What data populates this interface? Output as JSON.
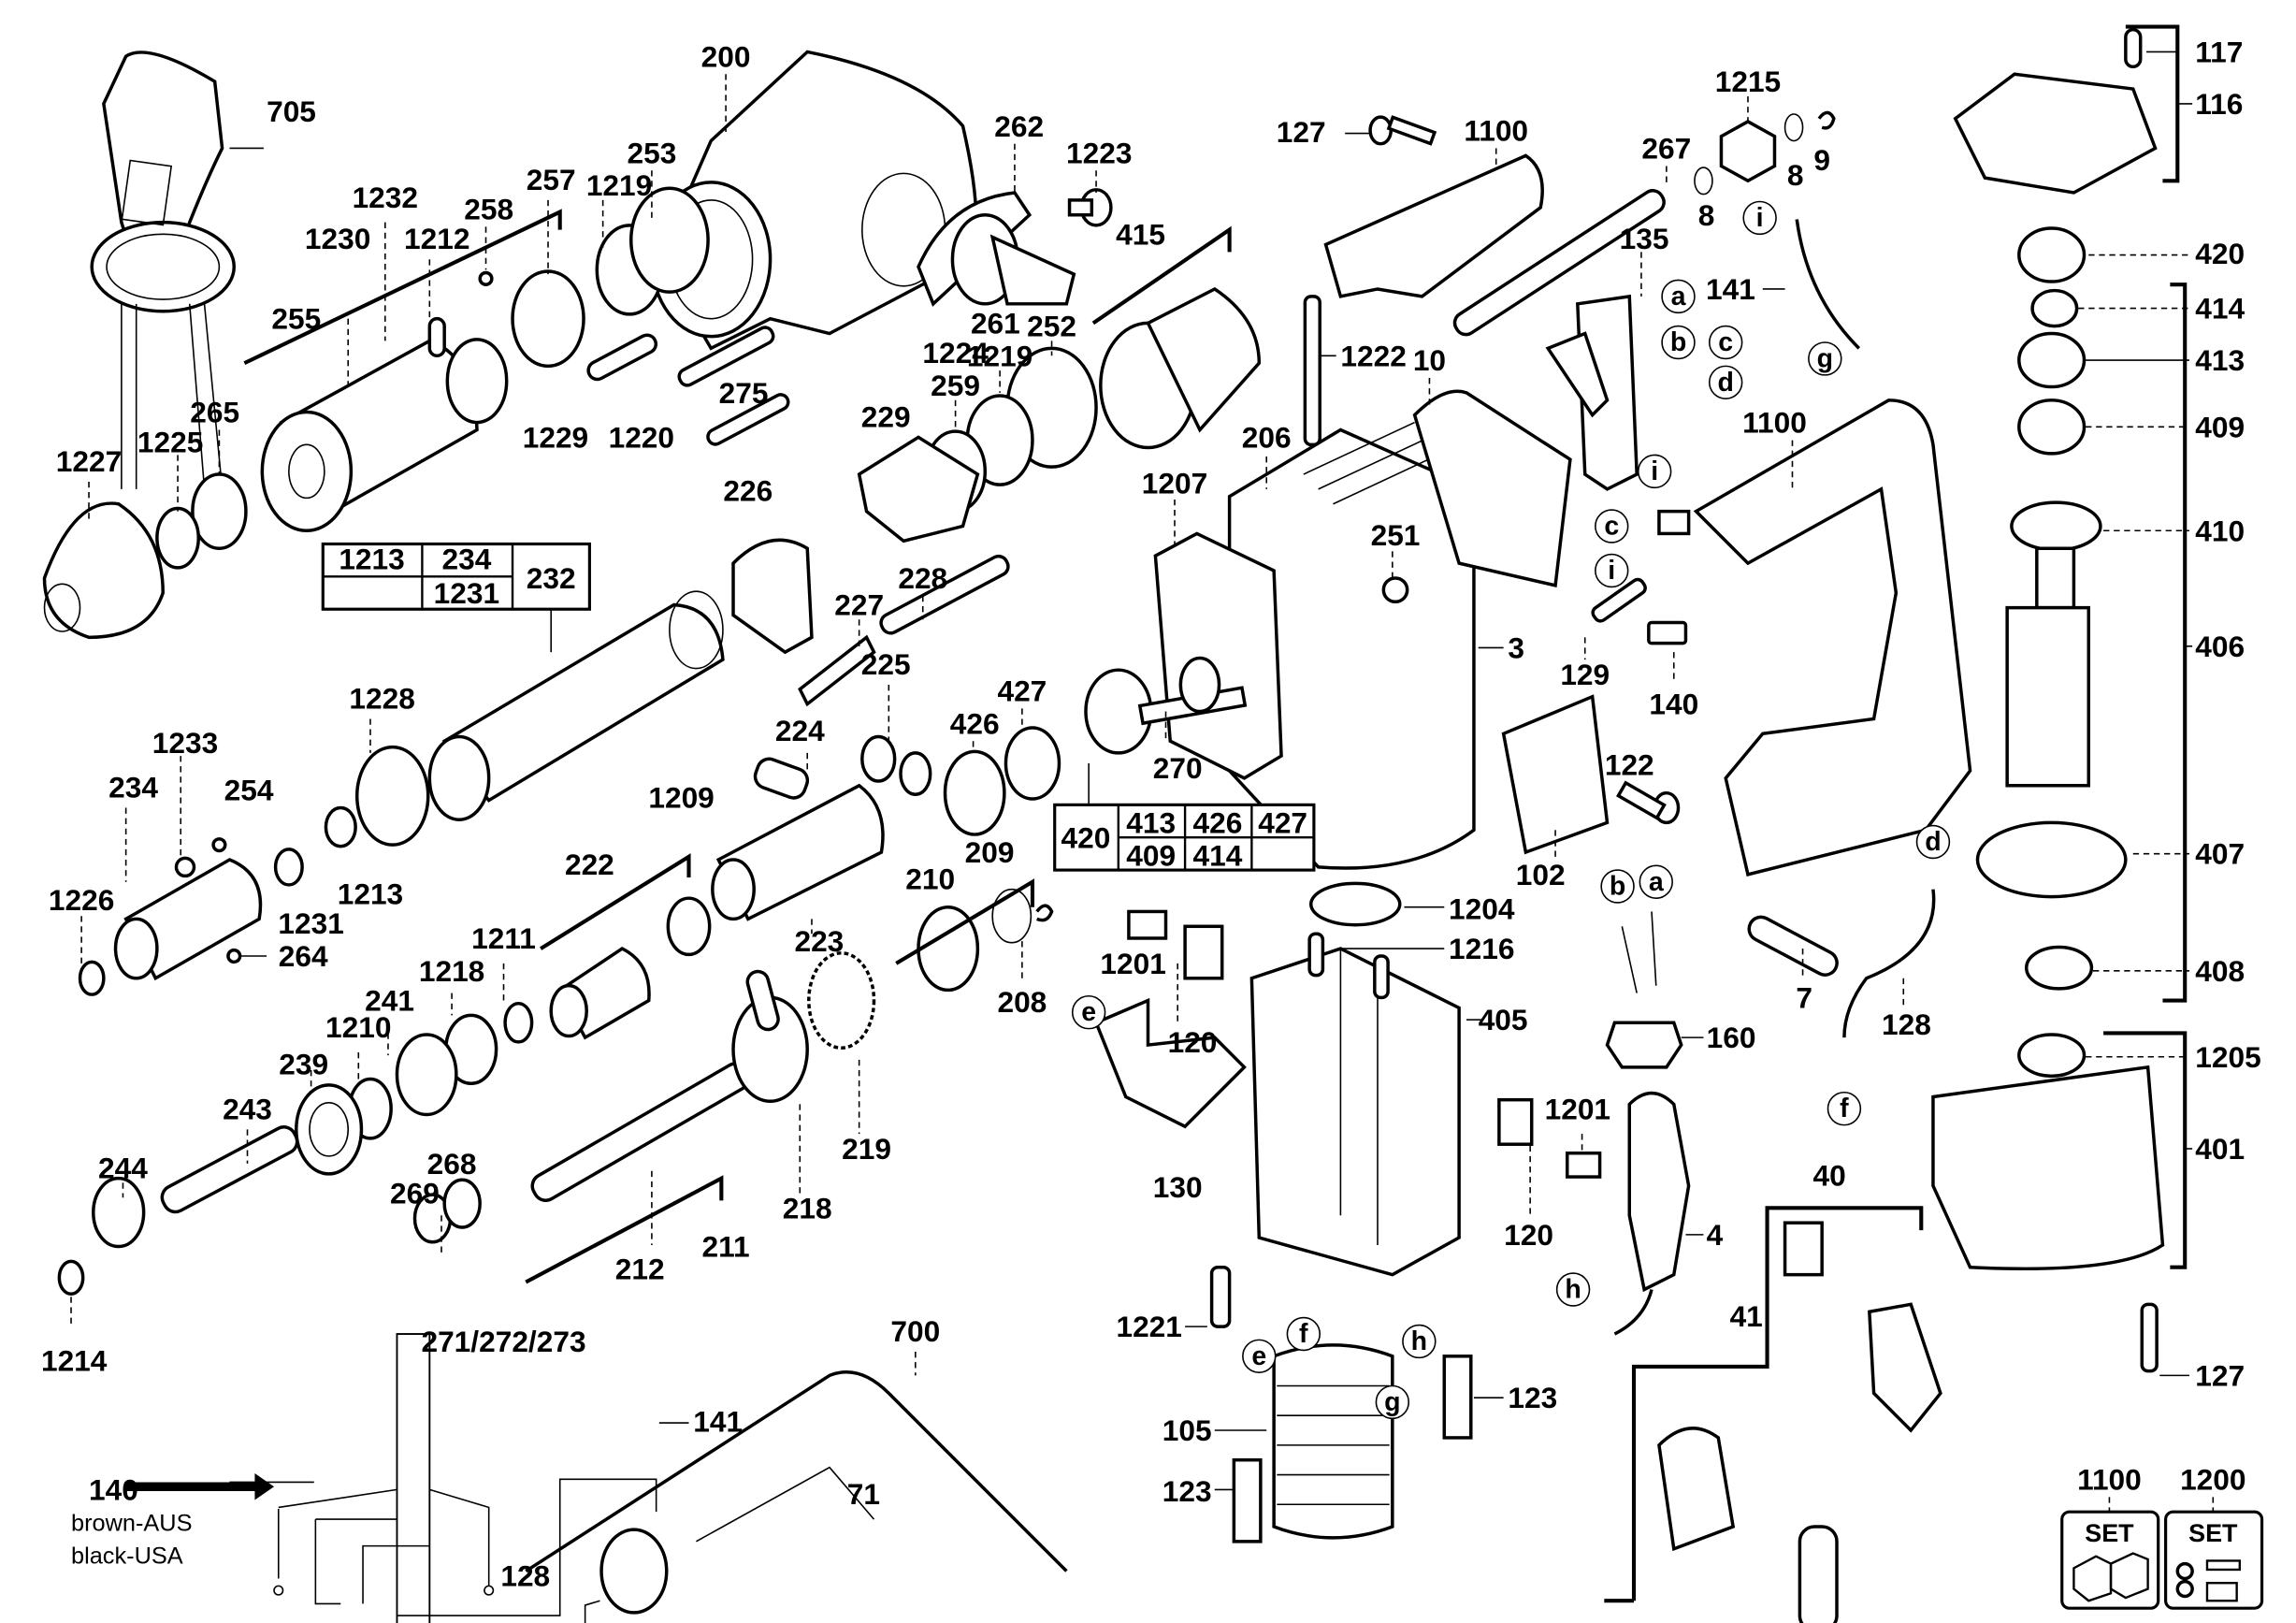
{
  "diagram": {
    "title": "Rotary hammer exploded parts diagram",
    "part_labels": {
      "p705": "705",
      "p200": "200",
      "p253": "253",
      "p1219a": "1219",
      "p257": "257",
      "p258": "258",
      "p1232": "1232",
      "p1212": "1212",
      "p1230": "1230",
      "p255": "255",
      "p265": "265",
      "p1225": "1225",
      "p1227": "1227",
      "p1229": "1229",
      "p1220": "1220",
      "p275": "275",
      "p262": "262",
      "p1223": "1223",
      "p1224": "1224",
      "p261": "261",
      "p252": "252",
      "p1219b": "1219",
      "p259": "259",
      "p229": "229",
      "p415": "415",
      "p226": "226",
      "p228": "228",
      "p227": "227",
      "p1228": "1228",
      "p1233": "1233",
      "p234": "234",
      "p254": "254",
      "p1226": "1226",
      "p264": "264",
      "p1231": "1231",
      "p1213": "1213",
      "p225": "225",
      "p224": "224",
      "p1209": "1209",
      "p222": "222",
      "p1211": "1211",
      "p1218": "1218",
      "p241": "241",
      "p1210": "1210",
      "p239": "239",
      "p243": "243",
      "p244": "244",
      "p1214": "1214",
      "p268": "268",
      "p269": "269",
      "p271": "271/272/273",
      "p212": "212",
      "p211": "211",
      "p218": "218",
      "p219": "219",
      "p223": "223",
      "p210": "210",
      "p209": "209",
      "p208": "208",
      "p426": "426",
      "p427": "427",
      "p127a": "127",
      "p1100a": "1100",
      "p267": "267",
      "p1215": "1215",
      "p8a": "8",
      "p8b": "8",
      "p9": "9",
      "p135": "135",
      "p141": "141",
      "p10": "10",
      "p1222": "1222",
      "p206": "206",
      "p1207": "1207",
      "p251": "251",
      "p270": "270",
      "p3": "3",
      "p129": "129",
      "p140": "140",
      "p1100b": "1100",
      "p122": "122",
      "p102": "102",
      "p1204": "1204",
      "p1216": "1216",
      "p1201a": "1201",
      "p120a": "120",
      "p405": "405",
      "p130": "130",
      "p1201b": "1201",
      "p120b": "120",
      "p160": "160",
      "p7": "7",
      "p128a": "128",
      "p4": "4",
      "p1221": "1221",
      "p105": "105",
      "p123a": "123",
      "p123b": "123",
      "p700": "700",
      "p71": "71",
      "p40": "40",
      "p41": "41",
      "p117": "117",
      "p116": "116",
      "p420": "420",
      "p414": "414",
      "p413": "413",
      "p409": "409",
      "p410": "410",
      "p406": "406",
      "p407": "407",
      "p408": "408",
      "p1205": "1205",
      "p401": "401",
      "p127b": "127",
      "p1100set": "1100",
      "p1200set": "1200"
    },
    "connector_letters": {
      "a1": "a",
      "b1": "b",
      "c1": "c",
      "d1": "d",
      "i1": "i",
      "g1": "g",
      "i2": "i",
      "c2": "c",
      "i3": "i",
      "e1": "e",
      "b2": "b",
      "a2": "a",
      "d2": "d",
      "f1": "f",
      "h1": "h",
      "e2": "e",
      "f2": "f",
      "g2": "g",
      "h2": "h"
    },
    "kit_table_1": {
      "cells": [
        "1213",
        "234",
        "",
        "1231"
      ],
      "span_cell": "232"
    },
    "kit_table_2": {
      "span_cell": "420",
      "cells": [
        "413",
        "426",
        "427",
        "409",
        "414",
        ""
      ]
    },
    "set_badges": [
      {
        "label": "1100",
        "text": "SET",
        "icon": "housing-set-icon"
      },
      {
        "label": "1200",
        "text": "SET",
        "icon": "hardware-set-icon"
      }
    ],
    "wiring_diagram": {
      "label_140": "140",
      "label_141": "141",
      "label_128": "128",
      "note_line1": "brown-AUS",
      "note_line2": "black-USA"
    }
  }
}
